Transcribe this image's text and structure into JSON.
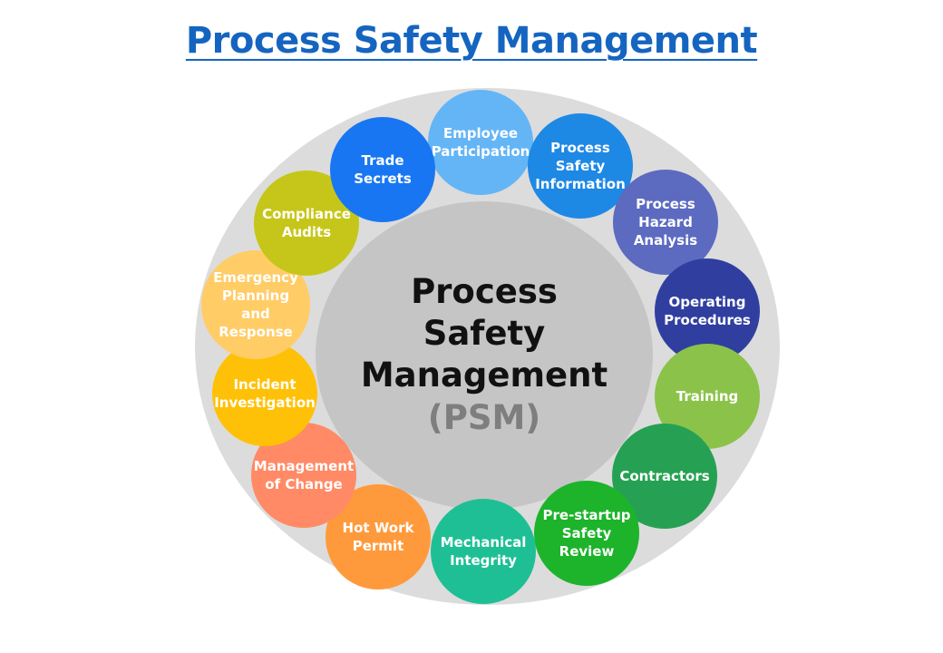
{
  "title": "Process Safety Management",
  "center": {
    "line1": "Process",
    "line2": "Safety",
    "line3": "Management",
    "line4": "(PSM)"
  },
  "elements": [
    {
      "key": "employee-participation",
      "label": "Employee\nParticipation",
      "color": "#64b5f6"
    },
    {
      "key": "process-safety-information",
      "label": "Process\nSafety\nInformation",
      "color": "#1e88e5"
    },
    {
      "key": "process-hazard-analysis",
      "label": "Process\nHazard\nAnalysis",
      "color": "#5c6bc0"
    },
    {
      "key": "operating-procedures",
      "label": "Operating\nProcedures",
      "color": "#303f9f"
    },
    {
      "key": "training",
      "label": "Training",
      "color": "#8bc34a"
    },
    {
      "key": "contractors",
      "label": "Contractors",
      "color": "#26a153"
    },
    {
      "key": "pre-startup-safety-review",
      "label": "Pre-startup\nSafety\nReview",
      "color": "#1db32b"
    },
    {
      "key": "mechanical-integrity",
      "label": "Mechanical\nIntegrity",
      "color": "#1fbf95"
    },
    {
      "key": "hot-work-permit",
      "label": "Hot Work\nPermit",
      "color": "#ff9a3c"
    },
    {
      "key": "management-of-change",
      "label": "Management\nof Change",
      "color": "#ff8a65"
    },
    {
      "key": "incident-investigation",
      "label": "Incident\nInvestigation",
      "color": "#ffc107"
    },
    {
      "key": "emergency-planning-and-response",
      "label": "Emergency\nPlanning\nand Response",
      "color": "#ffcc66"
    },
    {
      "key": "compliance-audits",
      "label": "Compliance\nAudits",
      "color": "#c6c61a"
    },
    {
      "key": "trade-secrets",
      "label": "Trade\nSecrets",
      "color": "#1976f2"
    }
  ]
}
